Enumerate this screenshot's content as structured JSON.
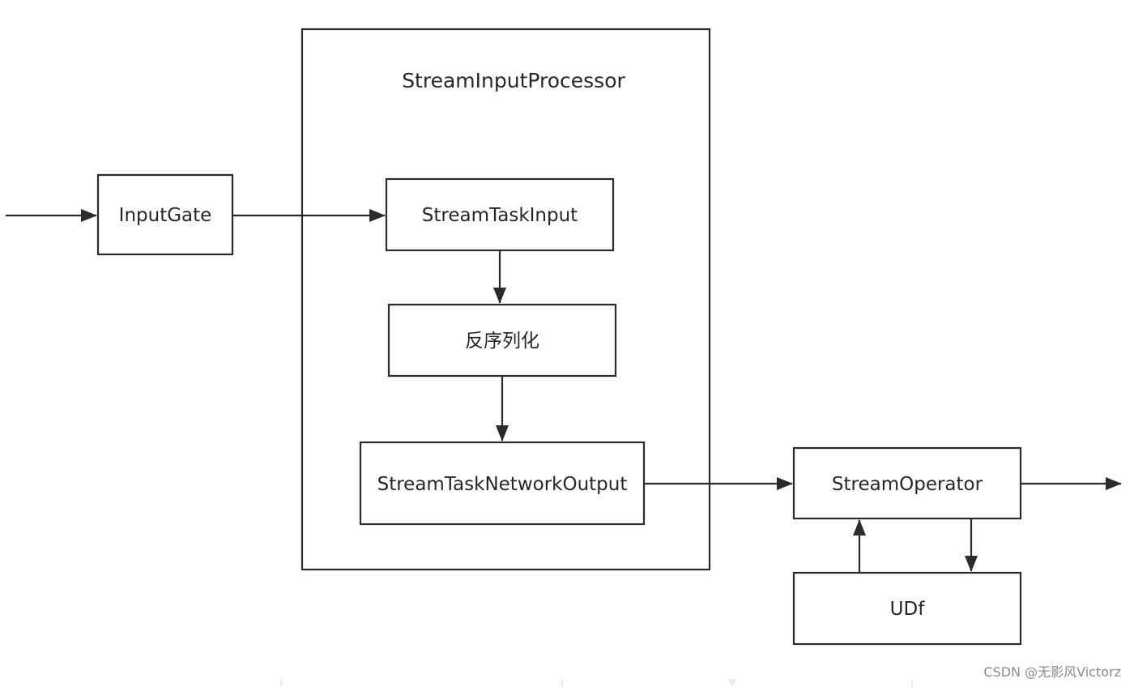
{
  "diagram": {
    "group": {
      "label": "StreamInputProcessor"
    },
    "nodes": {
      "input_gate": "InputGate",
      "stream_task_input": "StreamTaskInput",
      "deserialize": "反序列化",
      "stream_task_network_output": "StreamTaskNetworkOutput",
      "stream_operator": "StreamOperator",
      "udf": "UDf"
    }
  },
  "watermark": "CSDN @无影风Victorz"
}
